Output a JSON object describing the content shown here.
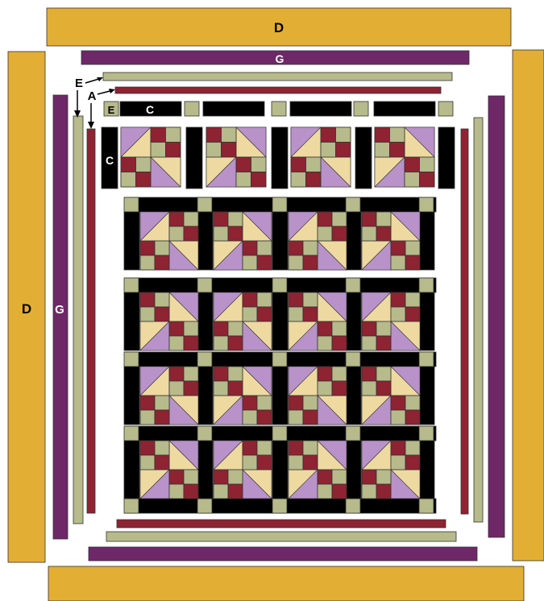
{
  "labels": {
    "top_border": "D",
    "left_border": "D",
    "top_inner_strip": "G",
    "left_inner_strip": "G",
    "callout_e": "E",
    "callout_a": "A",
    "cornerstone": "E",
    "sashing_horizontal": "C",
    "sashing_vertical": "C"
  },
  "colors": {
    "gold": "#E3AE34",
    "purple": "#6E2868",
    "sage": "#B7BA8A",
    "burgundy": "#8E2332",
    "black": "#000000",
    "lavender": "#B892C8",
    "cream": "#EED9A0",
    "outline": "#333333"
  },
  "quilt_layout": {
    "exploded_block_row_count": 4,
    "main_grid_rows": 4,
    "main_grid_cols": 4
  }
}
